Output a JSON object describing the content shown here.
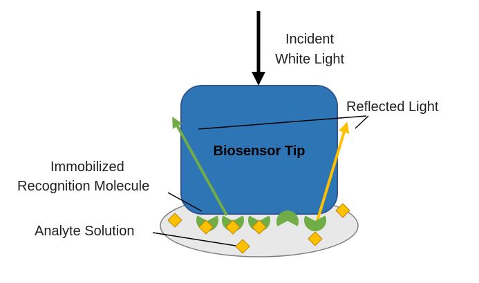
{
  "labels": {
    "incident_line1": "Incident",
    "incident_line2": "White Light",
    "reflected": "Reflected Light",
    "tip": "Biosensor Tip",
    "immobilized_line1": "Immobilized",
    "immobilized_line2": "Recognition Molecule",
    "analyte": "Analyte Solution"
  },
  "colors": {
    "tip_fill": "#2e75b6",
    "tip_stroke": "#2f5597",
    "solution_fill": "#e8e8e8",
    "solution_stroke": "#7f7f7f",
    "molecule": "#70ad47",
    "analyte": "#ffc000",
    "reflected_left": "#70ad47",
    "reflected_right": "#ffc000",
    "incident": "#000000"
  }
}
